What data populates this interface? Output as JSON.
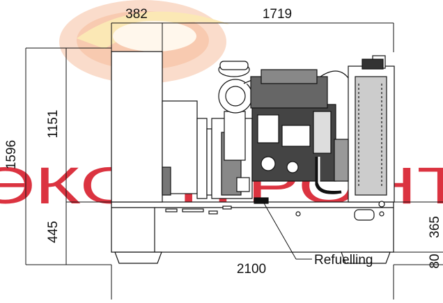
{
  "dimensions": {
    "top_left_width": "382",
    "top_right_width": "1719",
    "total_height": "1596",
    "upper_height": "1151",
    "lower_height": "445",
    "frame_height": "365",
    "skid_height": "80",
    "total_length": "2100"
  },
  "callout": {
    "refuelling": "Refuelling"
  },
  "watermark": {
    "text": "ЭКОНТРОНТ",
    "color": "#d81e2c",
    "logo_colors": [
      "#f2a06a",
      "#f7d36a"
    ]
  },
  "line_color": "#111111"
}
